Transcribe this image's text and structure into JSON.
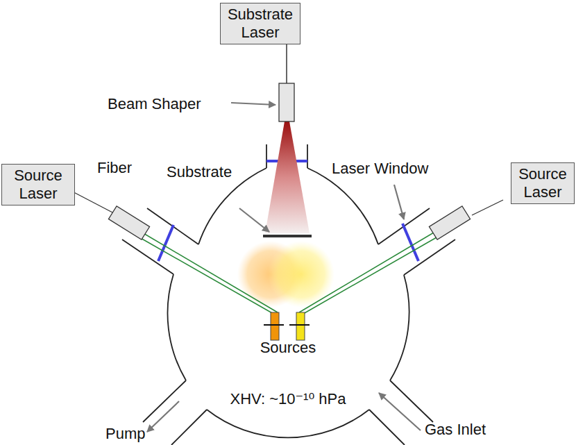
{
  "diagram": {
    "nodes": [
      {
        "text": [
          "Substrate Laser"
        ]
      },
      {
        "text": [
          "Source Laser"
        ]
      },
      {
        "text": [
          "Source Laser"
        ]
      }
    ],
    "labels": [
      "Beam Shaper",
      "Fiber",
      "Substrate",
      "Laser Window",
      "Sources",
      "XHV: ~10⁻¹⁰ hPa",
      "Pump",
      "Gas Inlet"
    ]
  }
}
